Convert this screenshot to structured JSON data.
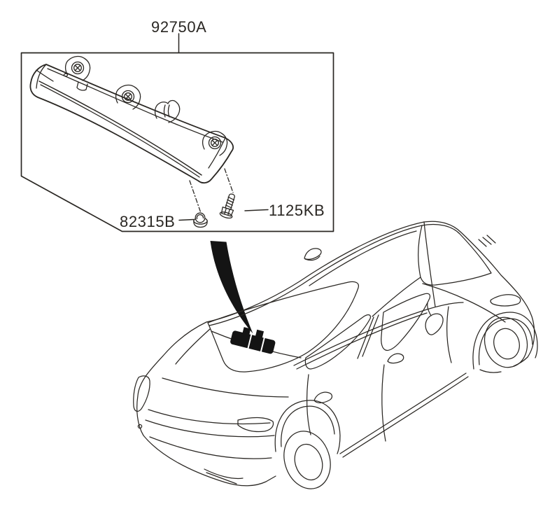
{
  "page": {
    "background_color": "#ffffff",
    "line_color": "#2a2723",
    "marker_fill_color": "#141414"
  },
  "callouts": [
    {
      "label": "92750A"
    },
    {
      "label": "82315B"
    },
    {
      "label": "1125KB"
    }
  ]
}
